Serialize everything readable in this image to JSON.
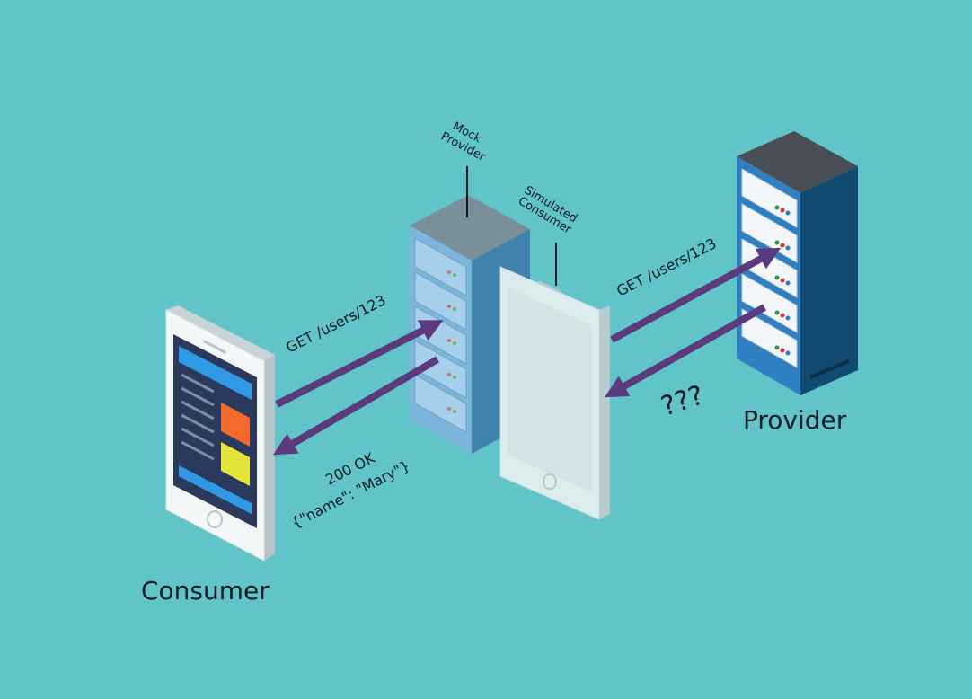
{
  "colors": {
    "background": "#61c4c8",
    "arrow": "#5b3a7e",
    "provider_blue": "#2f7fc1",
    "provider_dark": "#124b72",
    "mock_blue": "#6aa9d6",
    "phone_white": "#f4f7f8",
    "screen_dark": "#2b3a5c",
    "screen_blue": "#2f9ae3",
    "screen_orange": "#f26a2e",
    "screen_yellow": "#e5e43a"
  },
  "nodes": {
    "consumer": {
      "label": "Consumer",
      "icon": "smartphone-icon"
    },
    "mock_provider": {
      "label_line1": "Mock",
      "label_line2": "Provider",
      "icon": "server-rack-icon"
    },
    "simulated_consumer": {
      "label_line1": "Simulated",
      "label_line2": "Consumer",
      "icon": "smartphone-icon"
    },
    "provider": {
      "label": "Provider",
      "icon": "server-rack-icon"
    }
  },
  "edges": {
    "consumer_request": "GET /users/123",
    "mock_response_line1": "200 OK",
    "mock_response_line2": "{\"name\": \"Mary\"}",
    "simulated_request": "GET /users/123",
    "provider_response": "???"
  }
}
